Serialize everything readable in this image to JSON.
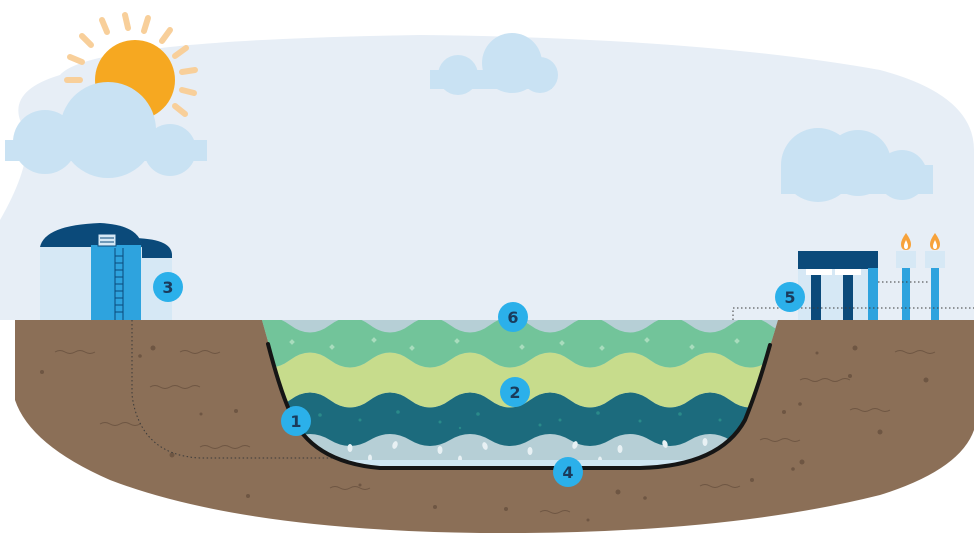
{
  "colors": {
    "sky": "#e7eef6",
    "cloud": "#c9e2f3",
    "sun": "#f6a821",
    "sun_rays": "#f8cf9a",
    "earth": "#8b6f57",
    "earth_texture": "#6e5643",
    "tank_dark": "#0b4a7a",
    "tank_light": "#d6e8f5",
    "tank_accent": "#2ea3de",
    "layer_top": "#72c49a",
    "layer_sand": "#c7dc8c",
    "layer_waste": "#1c6b7d",
    "layer_drain": "#b6cfd6",
    "liner": "#151515",
    "badge": "#2bb0ea",
    "badge_text": "#1a3b5c",
    "flame": "#f7a23a"
  },
  "badges": [
    "1",
    "2",
    "3",
    "4",
    "5",
    "6"
  ],
  "icons": [
    "sun-icon",
    "cloud-icon",
    "storage-tank-icon",
    "treatment-plant-icon",
    "gas-flare-icon"
  ]
}
